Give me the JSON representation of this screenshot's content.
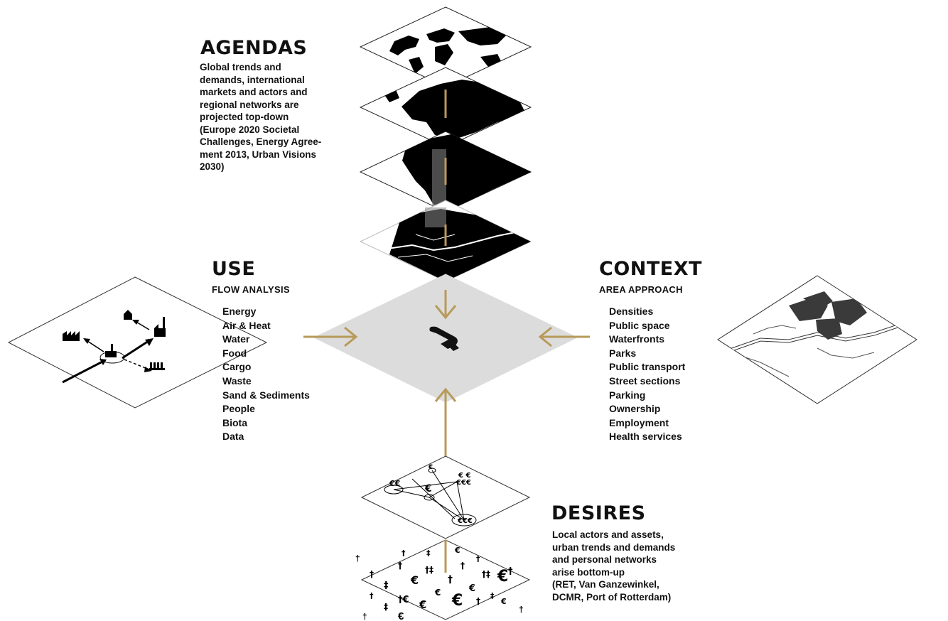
{
  "agendas": {
    "title": "AGENDAS",
    "lines": [
      "Global trends and",
      "demands, international",
      "markets and actors and",
      "regional networks are",
      "projected top-down",
      "(Europe 2020 Societal",
      "Challenges, Energy Agree-",
      "ment 2013, Urban Visions",
      "2030)"
    ]
  },
  "use": {
    "title": "USE",
    "subtitle": "FLOW ANALYSIS",
    "items": [
      "Energy",
      "Air & Heat",
      "Water",
      "Food",
      "Cargo",
      "Waste",
      "Sand & Sediments",
      "People",
      "Biota",
      "Data"
    ]
  },
  "context": {
    "title": "CONTEXT",
    "subtitle": "AREA APPROACH",
    "items": [
      "Densities",
      "Public space",
      "Waterfronts",
      "Parks",
      "Public transport",
      "Street sections",
      "Parking",
      "Ownership",
      "Employment",
      "Health services"
    ]
  },
  "desires": {
    "title": "DESIRES",
    "lines": [
      "Local actors and assets,",
      "urban trends and demands",
      "and personal networks",
      "arise bottom-up",
      "(RET, Van Ganzewinkel,",
      "DCMR, Port of Rotterdam)"
    ]
  },
  "colors": {
    "arrow": "#b89a5a",
    "center_plane": "#dcdcdc",
    "map_fill": "#000000",
    "context_blocks": "#3a3a3a"
  },
  "icons": {
    "center": "logo-glyph-icon",
    "use_plane": [
      "factory-icon",
      "house-icon",
      "industry-icon",
      "storage-icon"
    ],
    "desires_plane": [
      "person-icon",
      "euro-icon"
    ]
  }
}
